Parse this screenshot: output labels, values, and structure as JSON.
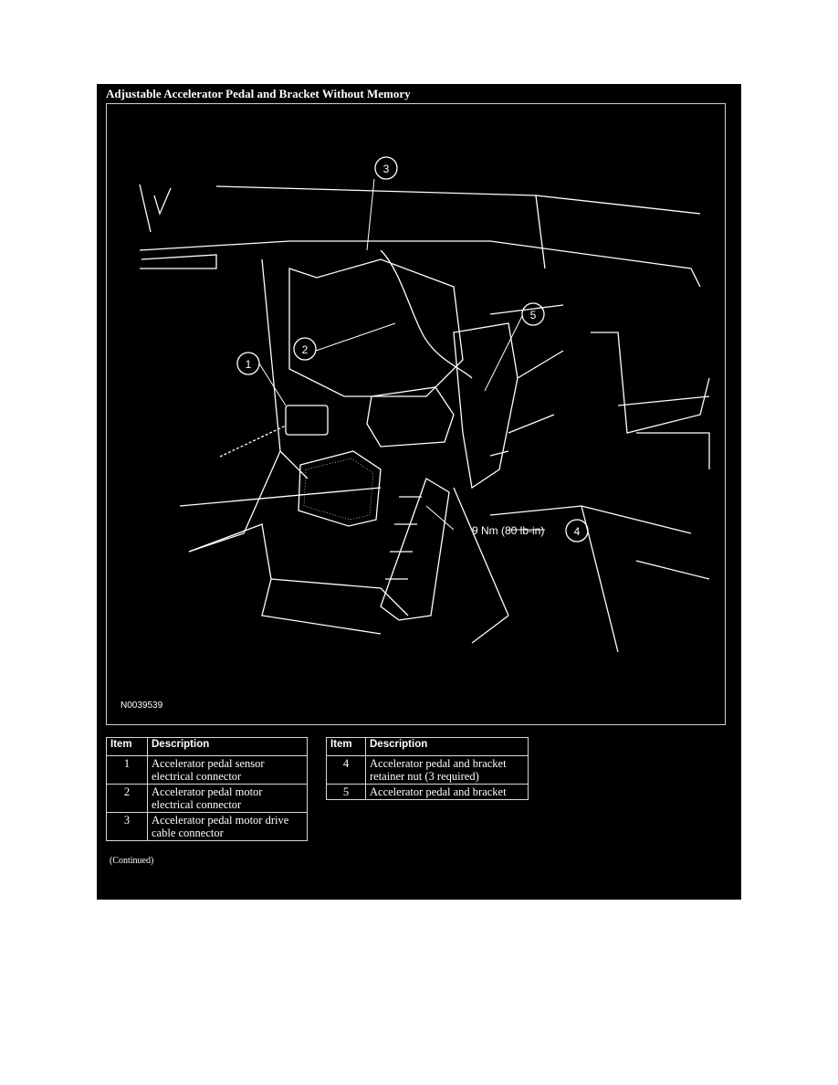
{
  "page": {
    "title": "Adjustable Accelerator Pedal and Bracket Without Memory",
    "figure_id": "N0039539",
    "torque_label": "9 Nm (80 lb-in)",
    "continued": "(Continued)"
  },
  "callouts": [
    "1",
    "2",
    "3",
    "4",
    "5"
  ],
  "table_left": {
    "headers": {
      "item": "Item",
      "description": "Description"
    },
    "rows": [
      {
        "item": "1",
        "description": "Accelerator pedal sensor electrical connector"
      },
      {
        "item": "2",
        "description": "Accelerator pedal motor electrical connector"
      },
      {
        "item": "3",
        "description": "Accelerator pedal motor drive cable connector"
      }
    ]
  },
  "table_right": {
    "headers": {
      "item": "Item",
      "description": "Description"
    },
    "rows": [
      {
        "item": "4",
        "description": "Accelerator pedal and bracket retainer nut (3 required)"
      },
      {
        "item": "5",
        "description": "Accelerator pedal and bracket"
      }
    ]
  }
}
